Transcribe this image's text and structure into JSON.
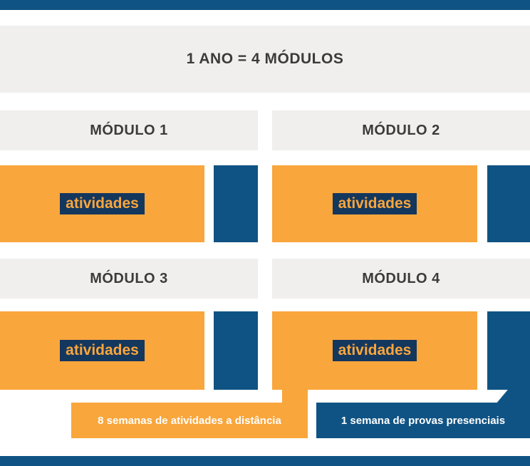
{
  "colors": {
    "navy": "#0F5384",
    "orange": "#F9A63D",
    "light_gray": "#F0EFED",
    "dark_text": "#3B3B3B",
    "highlight_navy": "#14375E",
    "white": "#FFFFFF"
  },
  "header": {
    "title": "1 ANO = 4 MÓDULOS"
  },
  "modules": [
    {
      "label": "MÓDULO 1",
      "activity": "atividades"
    },
    {
      "label": "MÓDULO 2",
      "activity": "atividades"
    },
    {
      "label": "MÓDULO 3",
      "activity": "atividades"
    },
    {
      "label": "MÓDULO 4",
      "activity": "atividades"
    }
  ],
  "legend": {
    "distance_label": "8 semanas de atividades a distância",
    "inperson_label": "1 semana de provas presenciais"
  }
}
